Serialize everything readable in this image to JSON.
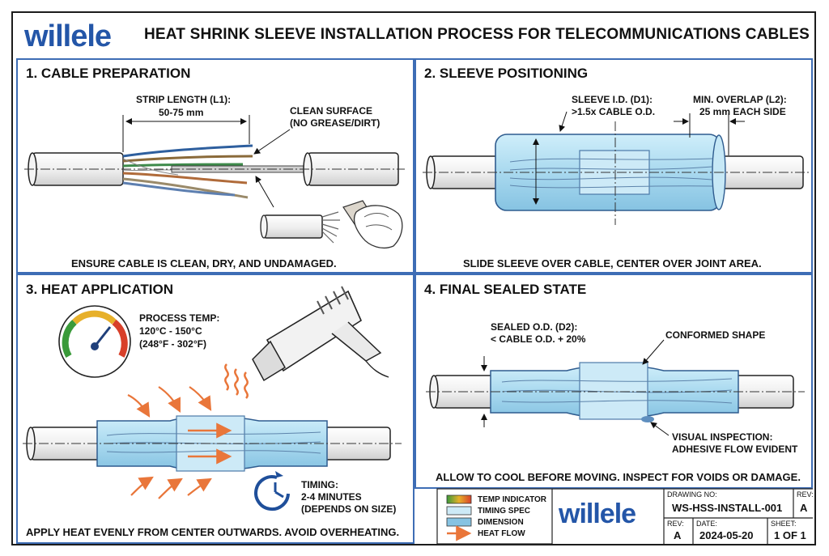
{
  "header": {
    "logo": "willele",
    "title": "HEAT SHRINK SLEEVE INSTALLATION PROCESS FOR TELECOMMUNICATIONS CABLES"
  },
  "panels": [
    {
      "title": "1. CABLE PREPARATION",
      "labels": {
        "strip_length": "STRIP LENGTH (L1):",
        "strip_value": "50-75 mm",
        "clean_1": "CLEAN SURFACE",
        "clean_2": "(NO GREASE/DIRT)"
      },
      "caption": "ENSURE CABLE IS CLEAN, DRY, AND UNDAMAGED."
    },
    {
      "title": "2. SLEEVE POSITIONING",
      "labels": {
        "sleeve_id": "SLEEVE I.D. (D1):",
        "sleeve_id_value": ">1.5x CABLE O.D.",
        "overlap": "MIN. OVERLAP (L2):",
        "overlap_value": "25 mm EACH SIDE"
      },
      "caption": "SLIDE SLEEVE OVER CABLE, CENTER OVER JOINT AREA."
    },
    {
      "title": "3. HEAT APPLICATION",
      "labels": {
        "temp_1": "PROCESS TEMP:",
        "temp_2": "120°C - 150°C",
        "temp_3": "(248°F - 302°F)",
        "timing_1": "TIMING:",
        "timing_2": "2-4 MINUTES",
        "timing_3": "(DEPENDS ON SIZE)"
      },
      "caption": "APPLY HEAT EVENLY FROM CENTER OUTWARDS. AVOID OVERHEATING."
    },
    {
      "title": "4. FINAL SEALED STATE",
      "labels": {
        "sealed_1": "SEALED O.D. (D2):",
        "sealed_2": "< CABLE O.D. + 20%",
        "conformed": "CONFORMED SHAPE",
        "inspect_1": "VISUAL INSPECTION:",
        "inspect_2": "ADHESIVE FLOW EVIDENT"
      },
      "caption": "ALLOW TO COOL BEFORE MOVING. INSPECT FOR VOIDS OR DAMAGE."
    }
  ],
  "legend": [
    {
      "label": "TEMP INDICATOR",
      "symbol": "gradient-swatch"
    },
    {
      "label": "TIMING SPEC",
      "symbol": "light-blue-swatch"
    },
    {
      "label": "DIMENSION",
      "symbol": "blue-swatch"
    },
    {
      "label": "HEAT FLOW",
      "symbol": "orange-arrow"
    }
  ],
  "title_block": {
    "logo": "willele",
    "drawing_no_label": "DRAWING NO:",
    "drawing_no": "WS-HSS-INSTALL-001",
    "rev_label": "REV:",
    "rev": "A",
    "rev2_label": "REV:",
    "rev2": "A",
    "date_label": "DATE:",
    "date": "2024-05-20",
    "sheet_label": "SHEET:",
    "sheet": "1 OF 1"
  },
  "colors": {
    "accent": "#2456a8",
    "panel_border": "#3e6db5",
    "sleeve": "#a9d9ef",
    "heat": "#e9763a",
    "gauge_green": "#3a9a3a",
    "gauge_red": "#d8402a"
  }
}
